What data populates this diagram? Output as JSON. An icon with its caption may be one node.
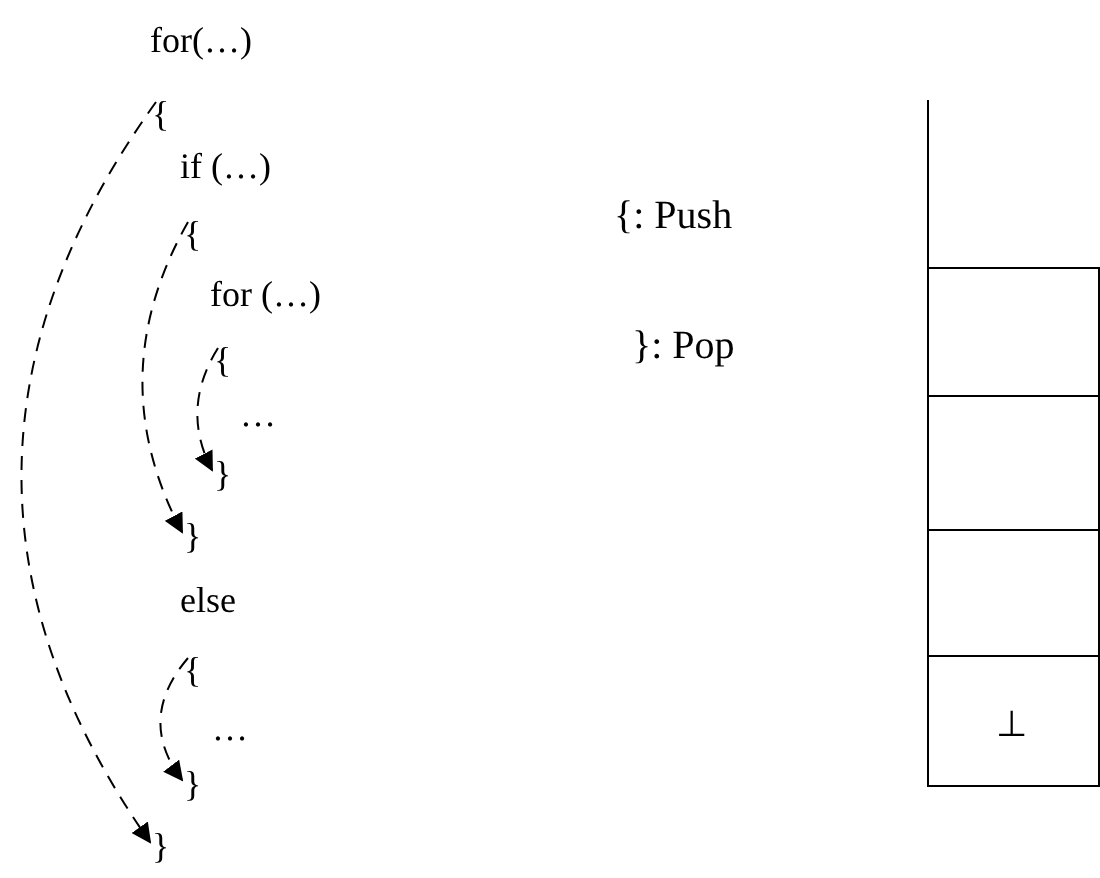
{
  "diagram": {
    "nodes": [
      {
        "text": [
          "{"
        ]
      },
      {
        "text": [
          "{"
        ]
      },
      {
        "text": [
          "{"
        ]
      },
      {
        "text": [
          "}"
        ]
      },
      {
        "text": [
          "}"
        ]
      },
      {
        "text": [
          "{"
        ]
      },
      {
        "text": [
          "}"
        ]
      },
      {
        "text": [
          "}"
        ]
      }
    ],
    "edges": [
      {
        "from": 0,
        "to": 7,
        "arrow": "to",
        "style": "dashed"
      },
      {
        "from": 1,
        "to": 4,
        "arrow": "to",
        "style": "dashed"
      },
      {
        "from": 2,
        "to": 3,
        "arrow": "to",
        "style": "dashed"
      },
      {
        "from": 5,
        "to": 6,
        "arrow": "to",
        "style": "dashed"
      }
    ],
    "labels": [
      "for(…)",
      "if (…)",
      "for (…)",
      "…",
      "else",
      "…",
      "{: Push",
      "}: Pop",
      "⊥"
    ]
  }
}
